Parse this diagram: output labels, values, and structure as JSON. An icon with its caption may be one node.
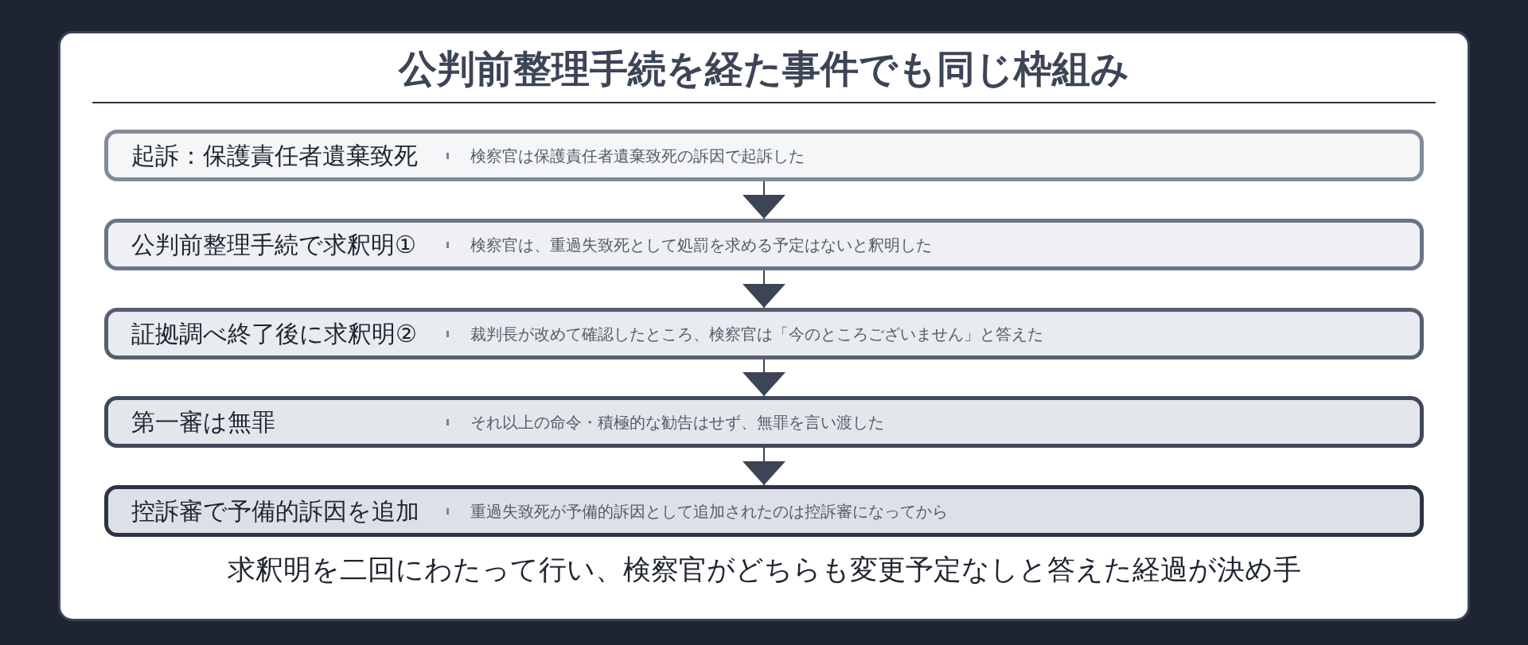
{
  "diagram": {
    "title": "公判前整理手続を経た事件でも同じ枠組み",
    "caption": "求釈明を二回にわたって行い、検察官がどちらも変更予定なしと答えた経過が決め手",
    "nodes": [
      {
        "text": [
          "起訴：保護責任者遺棄致死",
          "検察官は保護責任者遺棄致死の訴因で起訴した"
        ]
      },
      {
        "text": [
          "公判前整理手続で求釈明①",
          "検察官は、重過失致死として処罰を求める予定はないと釈明した"
        ]
      },
      {
        "text": [
          "証拠調べ終了後に求釈明②",
          "裁判長が改めて確認したところ、検察官は「今のところございません」と答えた"
        ]
      },
      {
        "text": [
          "第一審は無罪",
          "それ以上の命令・積極的な勧告はせず、無罪を言い渡した"
        ]
      },
      {
        "text": [
          "控訴審で予備的訴因を追加",
          "重過失致死が予備的訴因として追加されたのは控訴審になってから"
        ]
      }
    ],
    "edges": [
      {
        "from": 0,
        "to": 1,
        "arrow": "to"
      },
      {
        "from": 1,
        "to": 2,
        "arrow": "to"
      },
      {
        "from": 2,
        "to": 3,
        "arrow": "to"
      },
      {
        "from": 3,
        "to": 4,
        "arrow": "to"
      }
    ]
  }
}
